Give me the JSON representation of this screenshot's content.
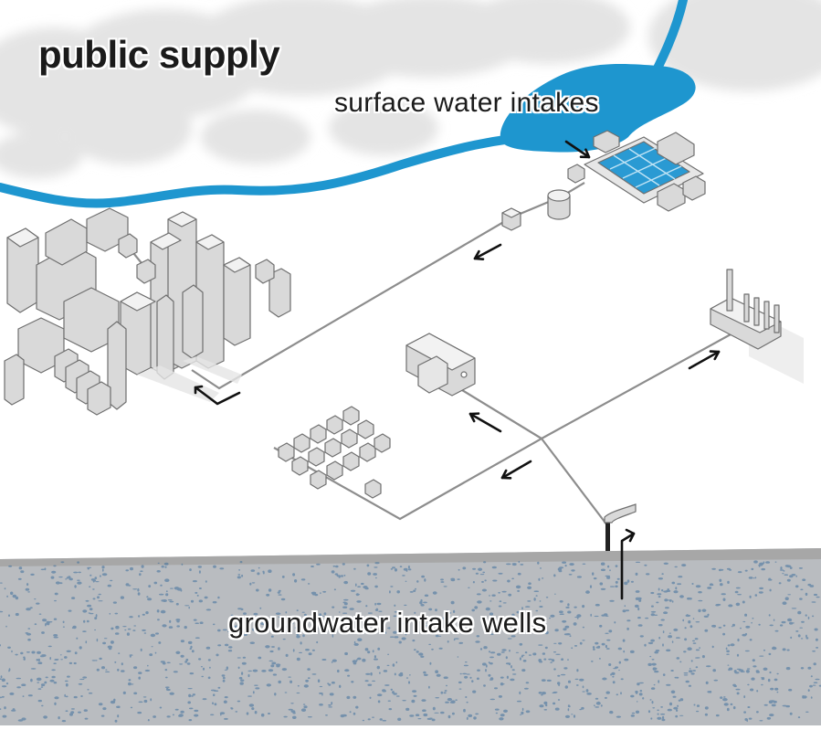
{
  "title": "public supply",
  "labels": {
    "surface_water_intakes": "surface water intakes",
    "groundwater_intake_wells": "groundwater intake wells"
  },
  "colors": {
    "water": "#1e96cf",
    "cloud": "#e3e3e3",
    "building": "#bdbdbd",
    "pipe": "#8c8c8c",
    "aquifer": "#b9bcc0",
    "aquifer_speckle": "#3f6f9c",
    "arrow": "#111111"
  },
  "icons": [
    "cloud-icon",
    "river-icon",
    "lake-icon",
    "treatment-plant-icon",
    "storage-tank-icon",
    "pump-house-icon",
    "city-icon",
    "industrial-factory-icon",
    "commercial-building-icon",
    "residential-houses-icon",
    "well-icon",
    "flow-arrow-icon"
  ]
}
